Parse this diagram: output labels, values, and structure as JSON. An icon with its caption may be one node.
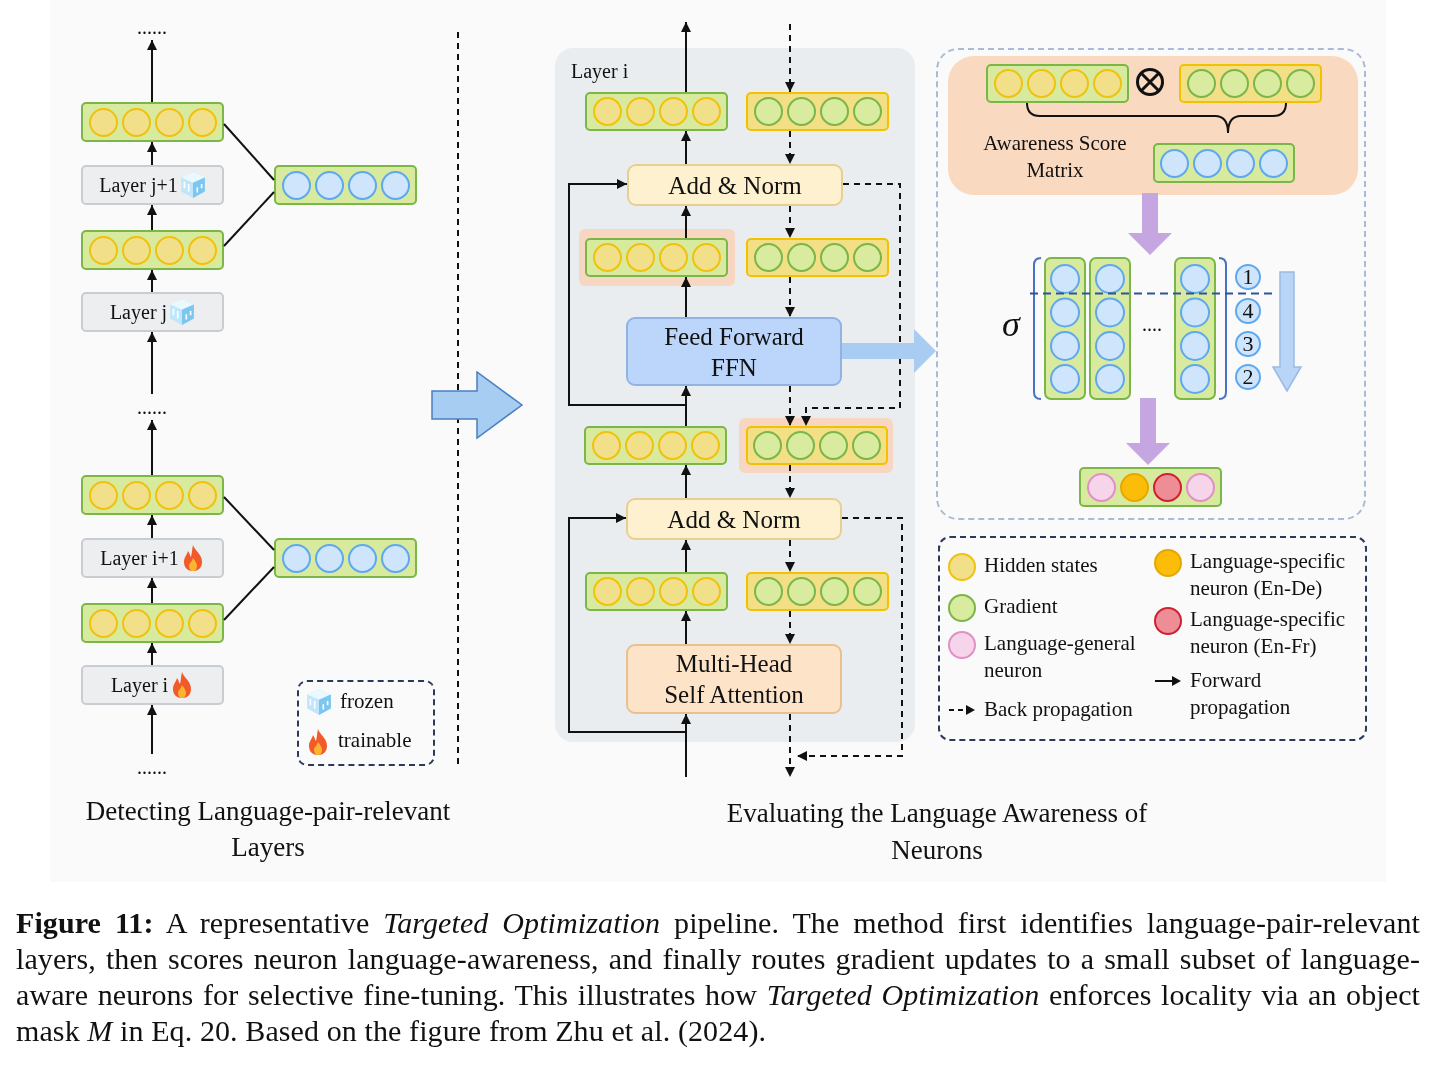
{
  "diagram": {
    "caption": "**Figure 11:** A representative *Targeted Optimization* pipeline. The method first identifies language-pair-relevant layers, then scores neuron language-awareness, and finally routes gradient updates to a small subset of language-aware neurons for selective fine-tuning. This illustrates how *Targeted Optimization* enforces locality via an object mask *M* in Eq. 20. Based on the figure from Zhu et al. (2024).",
    "nodes": [
      {
        "text": [
          "......"
        ]
      },
      {
        "text": [],
        "shape": "bar"
      },
      {
        "text": [
          "Layer j+1"
        ]
      },
      {
        "text": [],
        "shape": "bar"
      },
      {
        "text": [
          "Layer j"
        ]
      },
      {
        "text": [
          "......"
        ]
      },
      {
        "text": [],
        "shape": "bar"
      },
      {
        "text": [
          "Layer i+1"
        ]
      },
      {
        "text": [],
        "shape": "bar"
      },
      {
        "text": [
          "Layer i"
        ]
      },
      {
        "text": [
          "......"
        ]
      },
      {
        "text": [],
        "shape": "bar"
      },
      {
        "text": [],
        "shape": "bar"
      },
      {
        "text": [
          "Layer i"
        ]
      },
      {
        "text": [],
        "shape": "bar",
        "in": 13
      },
      {
        "text": [],
        "shape": "bar",
        "in": 13
      },
      {
        "text": [
          "Add & Norm"
        ],
        "in": 13
      },
      {
        "text": [],
        "shape": "bar",
        "in": 13
      },
      {
        "text": [],
        "shape": "bar",
        "in": 13
      },
      {
        "text": [
          "Feed Forward FFN"
        ],
        "in": 13
      },
      {
        "text": [],
        "shape": "bar",
        "in": 13
      },
      {
        "text": [],
        "shape": "bar",
        "in": 13
      },
      {
        "text": [
          "Add & Norm"
        ],
        "in": 13
      },
      {
        "text": [],
        "shape": "bar",
        "in": 13
      },
      {
        "text": [],
        "shape": "bar",
        "in": 13
      },
      {
        "text": [
          "Multi-Head Self Attention"
        ],
        "in": 13
      },
      {
        "text": [],
        "shape": "box"
      },
      {
        "text": [
          "Awareness Score Matrix"
        ],
        "in": 26
      },
      {
        "text": [],
        "shape": "bar",
        "in": 27
      },
      {
        "text": [],
        "shape": "bar",
        "in": 27
      },
      {
        "text": [],
        "shape": "bar",
        "in": 27
      },
      {
        "text": [],
        "shape": "box",
        "in": 26
      },
      {
        "text": [],
        "shape": "bar",
        "in": 26
      }
    ],
    "edges": [
      {
        "from": 1,
        "to": 0,
        "arrow": "to"
      },
      {
        "from": 2,
        "to": 1,
        "arrow": "to"
      },
      {
        "from": 3,
        "to": 2,
        "arrow": "to"
      },
      {
        "from": 4,
        "to": 3,
        "arrow": "to"
      },
      {
        "from": 5,
        "to": 4,
        "arrow": "to"
      },
      {
        "from": 6,
        "to": 5,
        "arrow": "to"
      },
      {
        "from": 7,
        "to": 6,
        "arrow": "to"
      },
      {
        "from": 8,
        "to": 7,
        "arrow": "to"
      },
      {
        "from": 9,
        "to": 8,
        "arrow": "to"
      },
      {
        "from": 10,
        "to": 9,
        "arrow": "to"
      },
      {
        "from": 1,
        "to": 11,
        "arrow": "none"
      },
      {
        "from": 3,
        "to": 11,
        "arrow": "none"
      },
      {
        "from": 6,
        "to": 12,
        "arrow": "none"
      },
      {
        "from": 8,
        "to": 12,
        "arrow": "none"
      },
      {
        "from": 25,
        "to": 23,
        "arrow": "to"
      },
      {
        "from": 23,
        "to": 22,
        "arrow": "to"
      },
      {
        "from": 22,
        "to": 20,
        "arrow": "to"
      },
      {
        "from": 20,
        "to": 19,
        "arrow": "to"
      },
      {
        "from": 19,
        "to": 17,
        "arrow": "to"
      },
      {
        "from": 17,
        "to": 16,
        "arrow": "to"
      },
      {
        "from": 16,
        "to": 14,
        "arrow": "to"
      },
      {
        "from": 14,
        "to": null,
        "arrow": "to"
      },
      {
        "from": null,
        "to": 25,
        "arrow": "to"
      },
      {
        "from": null,
        "to": 22,
        "arrow": "to"
      },
      {
        "from": 20,
        "to": 16,
        "arrow": "to"
      },
      {
        "from": null,
        "to": 15,
        "arrow": "to",
        "style": "dashed"
      },
      {
        "from": 15,
        "to": 16,
        "arrow": "to",
        "style": "dashed"
      },
      {
        "from": 16,
        "to": 18,
        "arrow": "to",
        "style": "dashed"
      },
      {
        "from": 18,
        "to": 19,
        "arrow": "to",
        "style": "dashed"
      },
      {
        "from": 19,
        "to": 21,
        "arrow": "to",
        "style": "dashed"
      },
      {
        "from": 21,
        "to": 22,
        "arrow": "to",
        "style": "dashed"
      },
      {
        "from": 22,
        "to": 24,
        "arrow": "to",
        "style": "dashed"
      },
      {
        "from": 24,
        "to": 25,
        "arrow": "to",
        "style": "dashed"
      },
      {
        "from": 25,
        "to": null,
        "arrow": "to",
        "style": "dashed"
      },
      {
        "from": 16,
        "to": 21,
        "arrow": "to",
        "style": "dashed"
      },
      {
        "from": 22,
        "to": null,
        "arrow": "to",
        "style": "dashed"
      },
      {
        "from": 19,
        "to": 26,
        "arrow": "to",
        "style": "thick",
        "color": "#a9ccf2"
      },
      {
        "from": 27,
        "to": 31,
        "arrow": "to",
        "style": "thick",
        "color": "#c6a6e0"
      },
      {
        "from": 31,
        "to": 32,
        "arrow": "to",
        "style": "thick",
        "color": "#c6a6e0"
      }
    ],
    "labels": [
      "Detecting Language-pair-relevant Layers",
      "Evaluating the Language Awareness of Neurons",
      "σ",
      "....",
      "1",
      "4",
      "3",
      "2"
    ],
    "legend": [
      {
        "text": "frozen"
      },
      {
        "text": "trainable"
      },
      {
        "text": "Hidden states",
        "color": "#f2df8a"
      },
      {
        "text": "Gradient",
        "color": "#d8eb9e"
      },
      {
        "text": "Language-general neuron",
        "color": "#f6d5ea"
      },
      {
        "text": "Back propagation"
      },
      {
        "text": "Language-specific neuron (En-De)",
        "color": "#fbbd08"
      },
      {
        "text": "Language-specific neuron (En-Fr)",
        "color": "#ee8d96"
      },
      {
        "text": "Forward propagation"
      }
    ]
  }
}
